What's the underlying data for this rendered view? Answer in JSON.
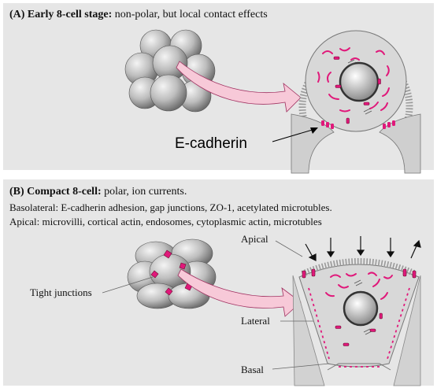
{
  "panel_a": {
    "heading_bold": "(A) Early 8-cell stage:",
    "heading_rest": " non-polar, but local contact effects",
    "label_ecadherin": "E-cadherin"
  },
  "panel_b": {
    "heading_bold": "(B) Compact 8-cell:",
    "heading_rest": " polar, ion currents.",
    "line_basolateral": "Basolateral: E-cadherin adhesion, gap junctions, ZO-1, acetylated microtubles.",
    "line_apical": "Apical: microvilli, cortical actin, endosomes, cytoplasmic actin, microtubles",
    "label_tight_junctions": "Tight junctions",
    "label_apical": "Apical",
    "label_lateral": "Lateral",
    "label_basal": "Basal"
  },
  "colors": {
    "panel_bg": "#e6e6e6",
    "magenta": "#e0187a",
    "arrow_pink": "#f7c9d8",
    "cell_gray": "#b8b8b8"
  }
}
